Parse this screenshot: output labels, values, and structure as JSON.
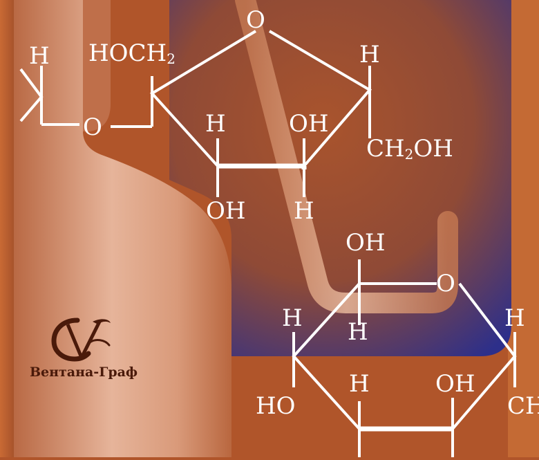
{
  "formula_labels": {
    "ring_o_top": "O",
    "h_far_left": "H",
    "hoch_main": "HOCH",
    "hoch_sub": "2",
    "h_top_right": "H",
    "o_bridge": "O",
    "h_inner_left": "H",
    "oh_inner_right": "OH",
    "ch_main": "CH",
    "ch_sub": "2",
    "ch_end": "OH",
    "oh_bottom_left": "OH",
    "h_bottom_mid": "H",
    "oh_hex_top": "OH",
    "o_hex": "O",
    "h_hex_left": "H",
    "h_hex_center": "H",
    "h_hex_right": "H",
    "h_hex_lower": "H",
    "oh_hex_lower": "OH",
    "ho_hex_left": "HO",
    "ch_edge": "CH"
  },
  "publisher": {
    "name": "Вентана-Граф"
  },
  "colors": {
    "background": "#b0552a",
    "panel_blue": "#2d2f8a",
    "flask": "#dba78a",
    "text": "#ffffff"
  },
  "icons": [
    "publisher-logo-icon"
  ]
}
